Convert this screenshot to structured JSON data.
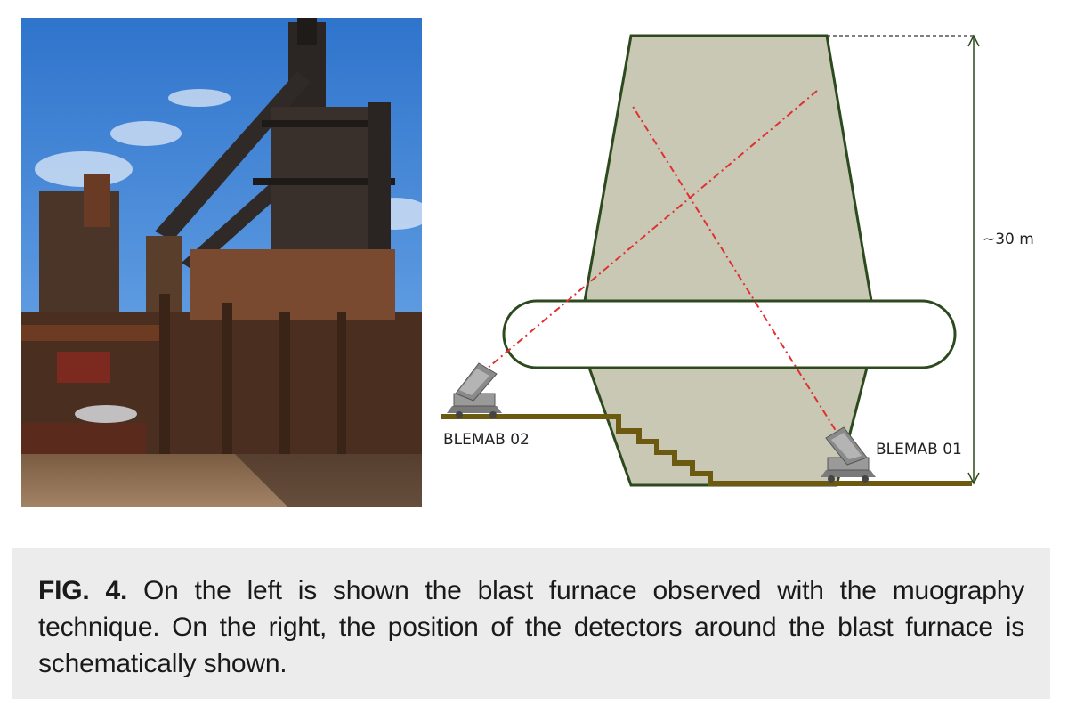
{
  "figure": {
    "label": "FIG. 4.",
    "caption": "On the left is shown the blast furnace observed with the muography technique. On the right, the position of the detectors around the blast furnace is schematically shown."
  },
  "photo": {
    "subject": "blast furnace industrial plant",
    "colors": {
      "sky": "#3f86d6",
      "rust": "#6a3a22",
      "ground": "#8a6a4a"
    }
  },
  "diagram": {
    "height_label": "~30 m",
    "detectors": [
      {
        "label": "BLEMAB 02"
      },
      {
        "label": "BLEMAB 01"
      }
    ],
    "colors": {
      "furnace_fill": "#c8c8b4",
      "outline": "#2d4a1e",
      "ground": "#6b5a10",
      "ray": "#e03030"
    }
  }
}
